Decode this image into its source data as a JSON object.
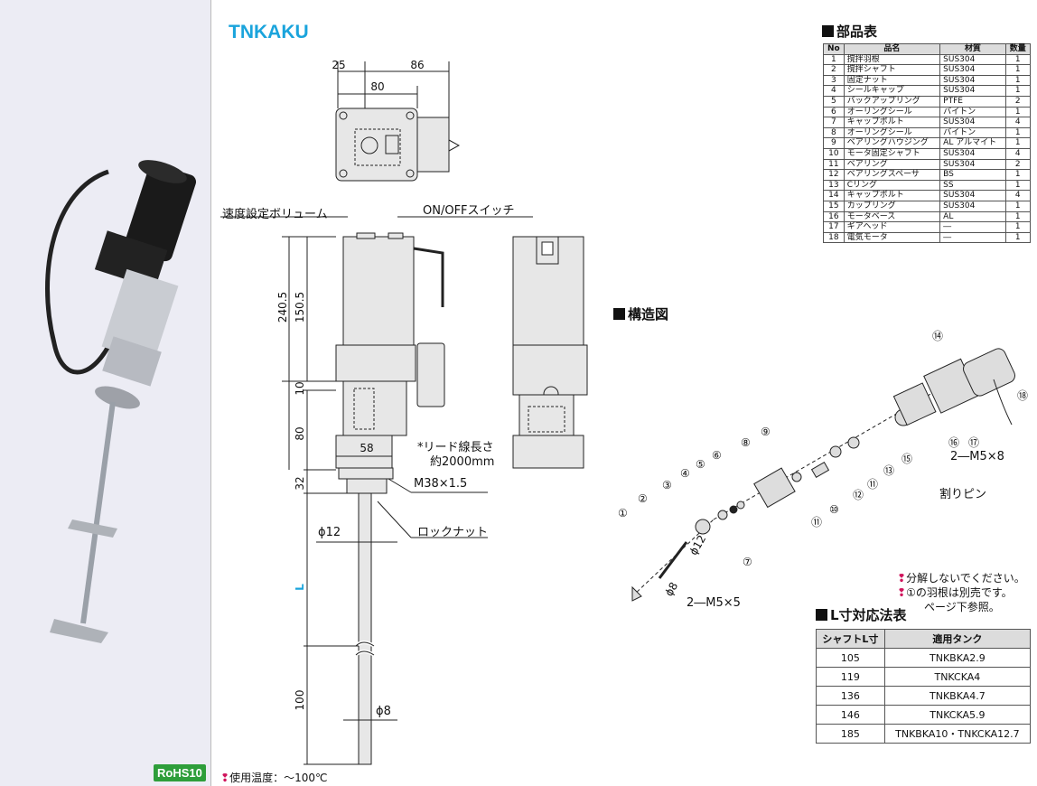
{
  "title": "TNKAKU",
  "rohs": "RoHS10",
  "bottom_note": "使用温度：～100℃",
  "labels": {
    "speed_volume": "速度設定ボリューム",
    "switch": "ON/OFFスイッチ",
    "lead": "*リード線長さ",
    "lead2": "約2000mm",
    "m38": "M38×1.5",
    "locknut": "ロックナット",
    "d12": "ϕ12",
    "d8": "ϕ8",
    "L": "L",
    "m5x8": "2―M5×8",
    "pin": "割りピン",
    "m5x5": "2―M5×5",
    "d8b": "ϕ8",
    "d12b": "ϕ12"
  },
  "dims": {
    "d25": "25",
    "d86": "86",
    "d80": "80",
    "d150": "150.5",
    "d240": "240.5",
    "d10": "10",
    "d80b": "80",
    "d58": "58",
    "d32": "32",
    "d100": "100"
  },
  "parts": {
    "title": "部品表",
    "headers": [
      "No",
      "品名",
      "材質",
      "数量"
    ],
    "rows": [
      [
        "1",
        "撹拌羽根",
        "SUS304",
        "1"
      ],
      [
        "2",
        "撹拌シャフト",
        "SUS304",
        "1"
      ],
      [
        "3",
        "固定ナット",
        "SUS304",
        "1"
      ],
      [
        "4",
        "シールキャップ",
        "SUS304",
        "1"
      ],
      [
        "5",
        "バックアップリング",
        "PTFE",
        "2"
      ],
      [
        "6",
        "オーリングシール",
        "バイトン",
        "1"
      ],
      [
        "7",
        "キャップボルト",
        "SUS304",
        "4"
      ],
      [
        "8",
        "オーリングシール",
        "バイトン",
        "1"
      ],
      [
        "9",
        "ベアリングハウジング",
        "AL アルマイト",
        "1"
      ],
      [
        "10",
        "モータ固定シャフト",
        "SUS304",
        "4"
      ],
      [
        "11",
        "ベアリング",
        "SUS304",
        "2"
      ],
      [
        "12",
        "ベアリングスペーサ",
        "BS",
        "1"
      ],
      [
        "13",
        "Cリング",
        "SS",
        "1"
      ],
      [
        "14",
        "キャップボルト",
        "SUS304",
        "4"
      ],
      [
        "15",
        "カップリング",
        "SUS304",
        "1"
      ],
      [
        "16",
        "モータベース",
        "AL",
        "1"
      ],
      [
        "17",
        "ギアヘッド",
        "―",
        "1"
      ],
      [
        "18",
        "電気モータ",
        "―",
        "1"
      ]
    ]
  },
  "structure": {
    "title": "構造図",
    "callouts": [
      "①",
      "②",
      "③",
      "④",
      "⑤",
      "⑥",
      "⑦",
      "⑧",
      "⑨",
      "⑩",
      "⑪",
      "⑫",
      "⑬",
      "⑭",
      "⑮",
      "⑯",
      "⑰",
      "⑱",
      "⑪"
    ]
  },
  "warnings": [
    "分解しないでください。",
    "①の羽根は別売です。",
    "ページ下参照。"
  ],
  "ltable": {
    "title": "L寸対応法表",
    "headers": [
      "シャフトL寸",
      "適用タンク"
    ],
    "rows": [
      [
        "105",
        "TNKBKA2.9"
      ],
      [
        "119",
        "TNKCKA4"
      ],
      [
        "136",
        "TNKBKA4.7"
      ],
      [
        "146",
        "TNKCKA5.9"
      ],
      [
        "185",
        "TNKBKA10・TNKCKA12.7"
      ]
    ]
  },
  "colors": {
    "title": "#1aa4dc",
    "rohs": "#2e9e3a",
    "warn": "#d0145c",
    "L": "#1aa4dc"
  }
}
